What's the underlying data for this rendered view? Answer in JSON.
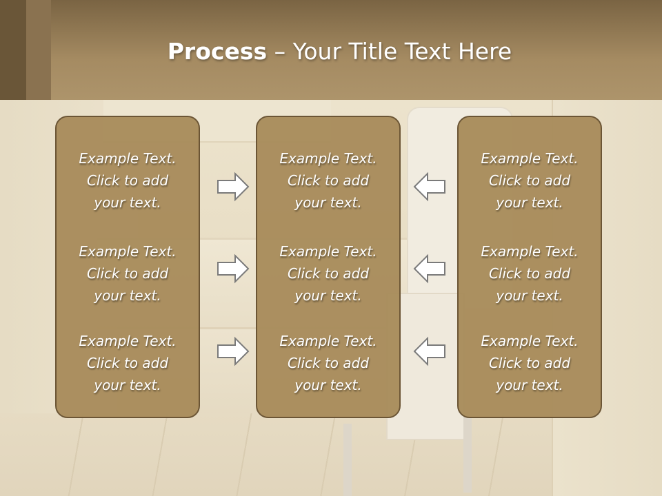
{
  "slide": {
    "title_bold": "Process",
    "title_rest": " – Your Title Text Here"
  },
  "columns": [
    {
      "items": [
        "Example Text.\nClick  to add\nyour text.",
        "Example Text.\nClick  to add\nyour text.",
        "Example Text.\nClick  to add\nyour text."
      ]
    },
    {
      "items": [
        "Example Text.\nClick  to add\nyour text.",
        "Example Text.\nClick  to add\nyour text.",
        "Example Text.\nClick  to add\nyour text."
      ]
    },
    {
      "items": [
        "Example Text.\nClick  to add\nyour text.",
        "Example Text.\nClick  to add\nyour text.",
        "Example Text.\nClick  to add\nyour text."
      ]
    }
  ],
  "arrows": {
    "left_group": "right-arrow-icon",
    "right_group": "left-arrow-icon"
  },
  "colors": {
    "header": "#a58b62",
    "box_fill": "#a88c5c",
    "box_border": "#6b5535",
    "text": "#ffffff"
  }
}
